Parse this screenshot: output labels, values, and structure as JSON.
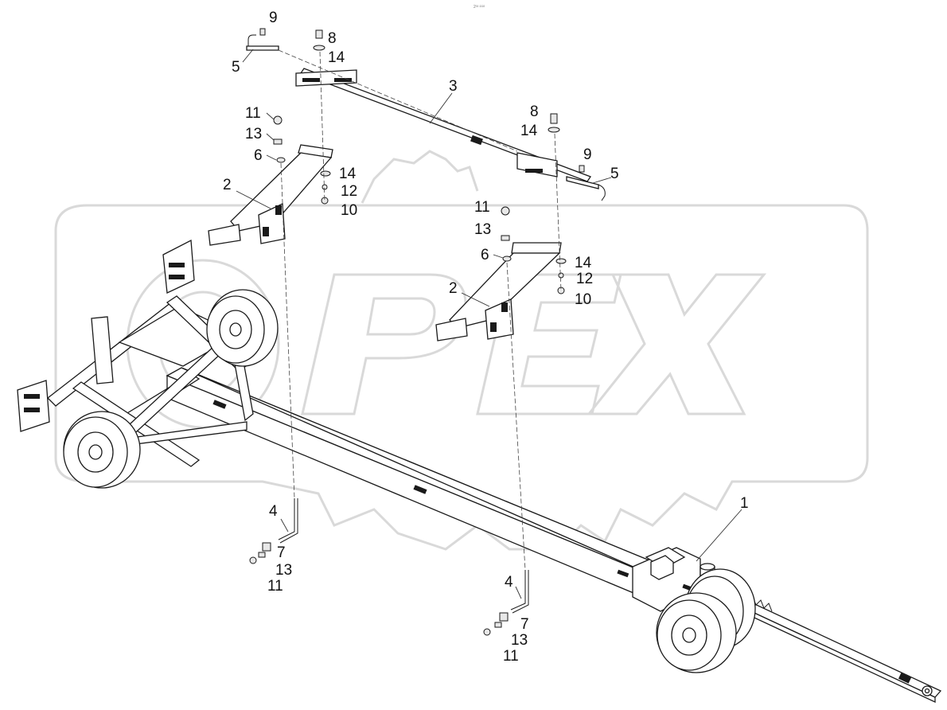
{
  "image_code": "2³³ ²²²²",
  "watermark_text": "OPEX",
  "callouts": [
    {
      "id": "c1",
      "label": "1"
    },
    {
      "id": "c2a",
      "label": "2"
    },
    {
      "id": "c2b",
      "label": "2"
    },
    {
      "id": "c3",
      "label": "3"
    },
    {
      "id": "c4a",
      "label": "4"
    },
    {
      "id": "c4b",
      "label": "4"
    },
    {
      "id": "c5a",
      "label": "5"
    },
    {
      "id": "c5b",
      "label": "5"
    },
    {
      "id": "c6a",
      "label": "6"
    },
    {
      "id": "c6b",
      "label": "6"
    },
    {
      "id": "c7a",
      "label": "7"
    },
    {
      "id": "c7b",
      "label": "7"
    },
    {
      "id": "c8a",
      "label": "8"
    },
    {
      "id": "c8b",
      "label": "8"
    },
    {
      "id": "c9a",
      "label": "9"
    },
    {
      "id": "c9b",
      "label": "9"
    },
    {
      "id": "c10a",
      "label": "10"
    },
    {
      "id": "c10b",
      "label": "10"
    },
    {
      "id": "c11a",
      "label": "11"
    },
    {
      "id": "c11b",
      "label": "11"
    },
    {
      "id": "c11c",
      "label": "11"
    },
    {
      "id": "c11d",
      "label": "11"
    },
    {
      "id": "c12a",
      "label": "12"
    },
    {
      "id": "c12b",
      "label": "12"
    },
    {
      "id": "c13a",
      "label": "13"
    },
    {
      "id": "c13b",
      "label": "13"
    },
    {
      "id": "c13c",
      "label": "13"
    },
    {
      "id": "c13d",
      "label": "13"
    },
    {
      "id": "c14a",
      "label": "14"
    },
    {
      "id": "c14b",
      "label": "14"
    },
    {
      "id": "c14c",
      "label": "14"
    },
    {
      "id": "c14d",
      "label": "14"
    }
  ]
}
